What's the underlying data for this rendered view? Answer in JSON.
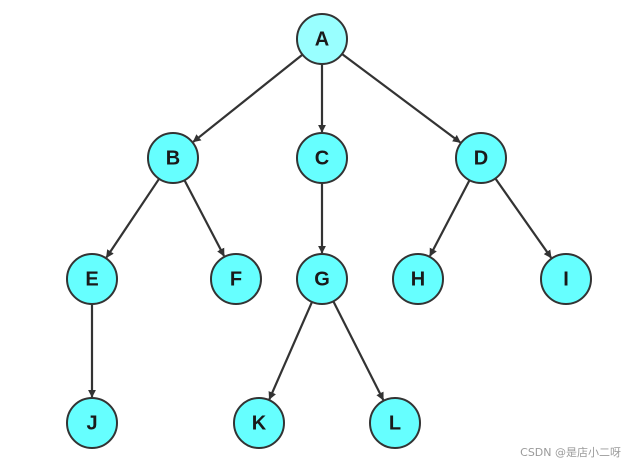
{
  "diagram": {
    "type": "tree",
    "colors": {
      "node_fill": "#66FFFF",
      "root_fill": "#99FFFF",
      "node_stroke": "#333333",
      "edge": "#333333"
    },
    "nodes": [
      {
        "id": "A",
        "label": "A"
      },
      {
        "id": "B",
        "label": "B"
      },
      {
        "id": "C",
        "label": "C"
      },
      {
        "id": "D",
        "label": "D"
      },
      {
        "id": "E",
        "label": "E"
      },
      {
        "id": "F",
        "label": "F"
      },
      {
        "id": "G",
        "label": "G"
      },
      {
        "id": "H",
        "label": "H"
      },
      {
        "id": "I",
        "label": "I"
      },
      {
        "id": "J",
        "label": "J"
      },
      {
        "id": "K",
        "label": "K"
      },
      {
        "id": "L",
        "label": "L"
      }
    ],
    "edges": [
      {
        "from": "A",
        "to": "B"
      },
      {
        "from": "A",
        "to": "C"
      },
      {
        "from": "A",
        "to": "D"
      },
      {
        "from": "B",
        "to": "E"
      },
      {
        "from": "B",
        "to": "F"
      },
      {
        "from": "C",
        "to": "G"
      },
      {
        "from": "D",
        "to": "H"
      },
      {
        "from": "D",
        "to": "I"
      },
      {
        "from": "E",
        "to": "J"
      },
      {
        "from": "G",
        "to": "K"
      },
      {
        "from": "G",
        "to": "L"
      }
    ]
  },
  "watermark": "CSDN @是店小二呀"
}
